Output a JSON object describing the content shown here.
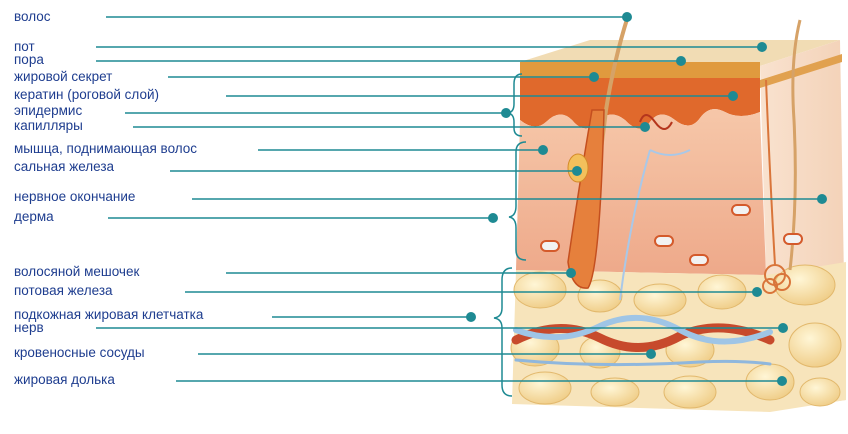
{
  "diagram": {
    "labels": [
      {
        "id": "hair",
        "text": "волос"
      },
      {
        "id": "sweat",
        "text": "пот"
      },
      {
        "id": "pore",
        "text": "пора"
      },
      {
        "id": "sebum",
        "text": "жировой секрет"
      },
      {
        "id": "keratin",
        "text": "кератин (роговой слой)"
      },
      {
        "id": "epidermis",
        "text": "эпидермис"
      },
      {
        "id": "capillaries",
        "text": "капилляры"
      },
      {
        "id": "arrector",
        "text": "мышца, поднимающая волос"
      },
      {
        "id": "sebaceous",
        "text": "сальная железа"
      },
      {
        "id": "nerve-ending",
        "text": "нервное окончание"
      },
      {
        "id": "dermis",
        "text": "дерма"
      },
      {
        "id": "follicle",
        "text": "волосяной мешочек"
      },
      {
        "id": "sweat-gland",
        "text": "потовая железа"
      },
      {
        "id": "hypodermis",
        "text": "подкожная жировая клетчатка"
      },
      {
        "id": "nerve",
        "text": "нерв"
      },
      {
        "id": "vessels",
        "text": "кровеносные сосуды"
      },
      {
        "id": "fat-lobule",
        "text": "жировая долька"
      }
    ],
    "colors": {
      "label_text": "#1e3d8f",
      "leader_line": "#1e8a93",
      "leader_dot": "#1e8a93",
      "bracket": "#1e8a93",
      "skin_top": "#f1dcb4",
      "stratum_corneum": "#d9862c",
      "epidermis": "#e06a2c",
      "dermis": "#f0b89a",
      "fat": "#f4dc9a"
    }
  }
}
